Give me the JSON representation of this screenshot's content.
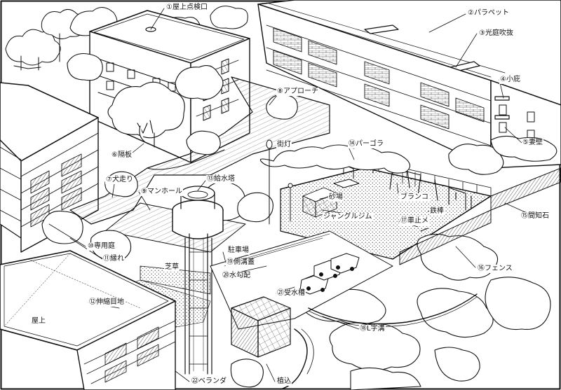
{
  "figure": {
    "kind": "isometric site illustration of an apartment complex",
    "line_color": "#111111"
  },
  "labels": {
    "roof_inspection_hatch": "①屋上点検口",
    "parapet": "②パラペット",
    "light_court": "③光庭吹抜",
    "small_eave": "④小庇",
    "gable_wall": "⑤妻壁",
    "fence_panel": "⑥隔板",
    "approach": "⑧アプローチ",
    "street_light": "街灯",
    "pergola": "⑭パーゴラ",
    "water_tower": "⑬給水塔",
    "dog_run": "⑦犬走り",
    "manhole": "⑨マンホール",
    "sandbox": "砂場",
    "swing": "ブランコ",
    "iron_bar": "鉄棒",
    "jungle_gym": "ジャングルジム",
    "car_stop": "⑰車止メ",
    "boundary_stone": "⑮間知石",
    "private_garden": "⑩専用庭",
    "veranda_edge": "⑪縁れ",
    "parking": "駐車場",
    "side_ditch": "⑲側溝蓋",
    "slope": "⑳水勾配",
    "lawn": "芝草",
    "water_tank": "㉑受水槽",
    "fence": "⑯フェンス",
    "joint": "⑫伸縮目地",
    "rooftop": "屋上",
    "l_gutter": "⑱L字溝",
    "balcony": "㉒ベランダ",
    "planting": "植込"
  }
}
